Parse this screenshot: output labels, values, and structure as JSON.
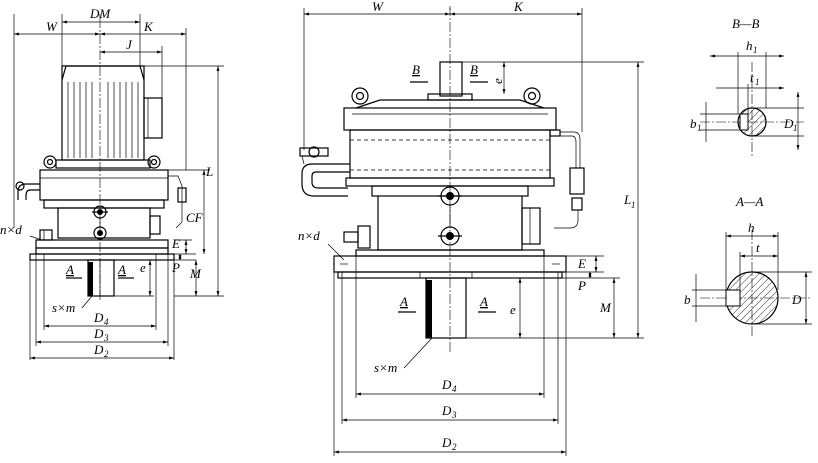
{
  "labels": {
    "W": "W",
    "DM": "DM",
    "K": "K",
    "J": "J",
    "L": "L",
    "CF": "CF",
    "n_d": "n×d",
    "E": "E",
    "P": "P",
    "M": "M",
    "e": "e",
    "A": "A",
    "s_m": "s×m",
    "D4": "D",
    "D3": "D",
    "D2": "D",
    "sub4": "4",
    "sub3": "3",
    "sub2": "2",
    "B": "B",
    "e1": "e",
    "sub1": "1",
    "L1": "L",
    "BB": "B—B",
    "h1": "h",
    "t1": "t",
    "b1": "b",
    "D1": "D",
    "AA": "A—A",
    "h": "h",
    "t": "t",
    "b": "b",
    "D": "D"
  }
}
